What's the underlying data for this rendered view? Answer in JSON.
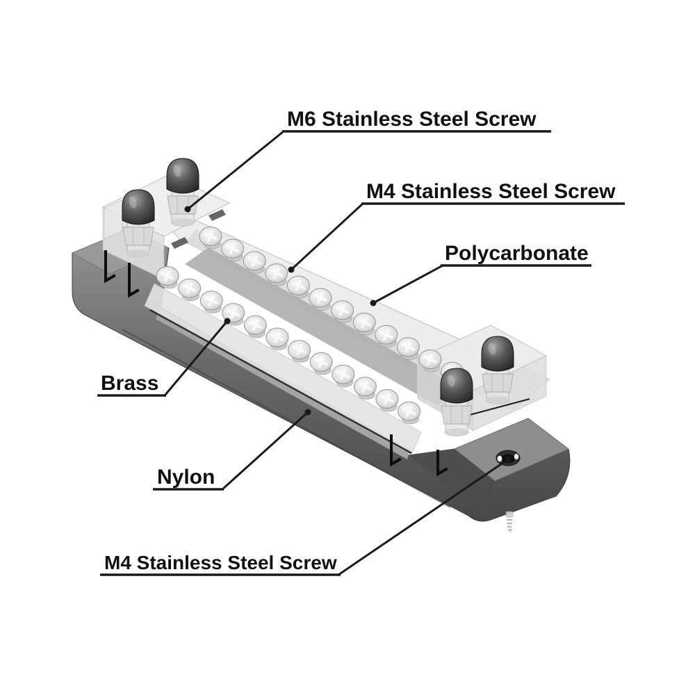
{
  "figure": {
    "background": "#ffffff",
    "terminal_rows": 2,
    "terminals_per_row": 12,
    "stud_caps": 4,
    "mounting_holes_visible": 1
  },
  "labels": {
    "m6_screw": "M6 Stainless Steel Screw",
    "m4_screw_top": "M4 Stainless Steel Screw",
    "polycarbonate": "Polycarbonate",
    "brass": "Brass",
    "nylon": "Nylon",
    "m4_screw_bottom": "M4 Stainless Steel Screw"
  },
  "colors": {
    "label_text": "#111111",
    "leader_line": "#1a1a1a",
    "nylon_base": "#6e6e6e",
    "polycarbonate_cover": "#ececec",
    "stud_cap": "#3a3a3a",
    "screw_head": "#e2e2e2"
  }
}
